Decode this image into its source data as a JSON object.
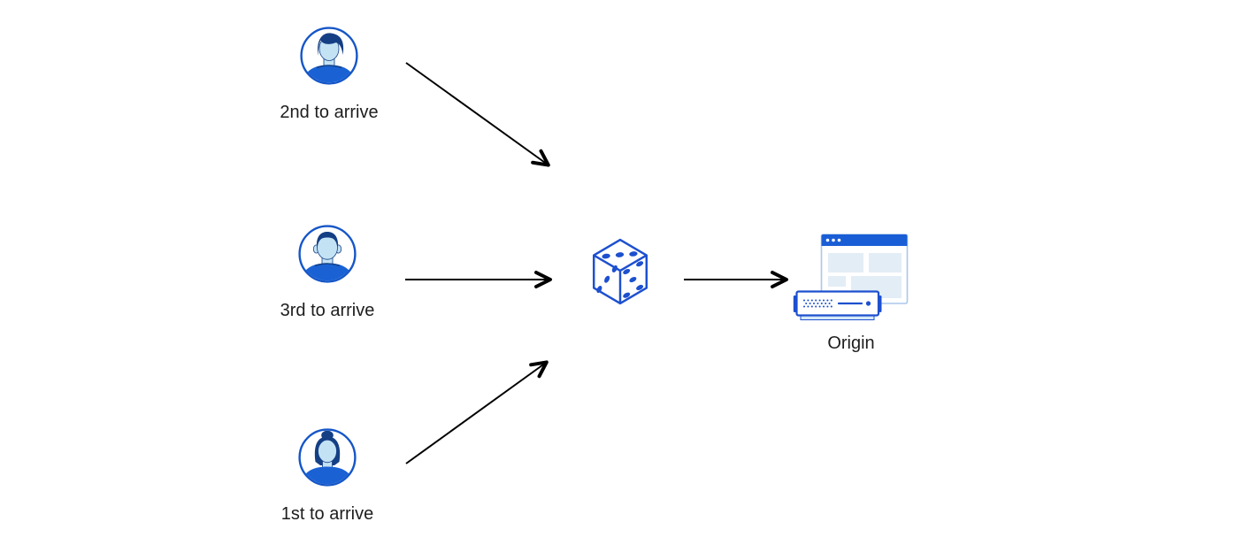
{
  "diagram": {
    "users": [
      {
        "id": "user-2nd",
        "label": "2nd to arrive",
        "icon": "male-avatar-icon"
      },
      {
        "id": "user-3rd",
        "label": "3rd to arrive",
        "icon": "male-avatar-icon"
      },
      {
        "id": "user-1st",
        "label": "1st to arrive",
        "icon": "female-avatar-icon"
      }
    ],
    "center": {
      "id": "random-selector",
      "icon": "dice-icon"
    },
    "origin": {
      "id": "origin-server",
      "label": "Origin",
      "icon": "origin-server-icon"
    },
    "edges": [
      {
        "from": "user-2nd",
        "to": "random-selector"
      },
      {
        "from": "user-3rd",
        "to": "random-selector"
      },
      {
        "from": "user-1st",
        "to": "random-selector"
      },
      {
        "from": "random-selector",
        "to": "origin-server"
      }
    ],
    "colors": {
      "ring_blue": "#1556c8",
      "hair_navy": "#143f85",
      "face_blue": "#c3e2f4",
      "shirt_blue": "#1a62d4",
      "outline_blue": "#1d50cf",
      "primary_blue": "#1a5ed6",
      "panel_blue": "#e3edf6",
      "window_border": "#a9c7ec",
      "server_base": "#d5e8f7",
      "arrow_black": "#000000",
      "label_text": "#1d1d1f",
      "background": "#ffffff"
    }
  }
}
